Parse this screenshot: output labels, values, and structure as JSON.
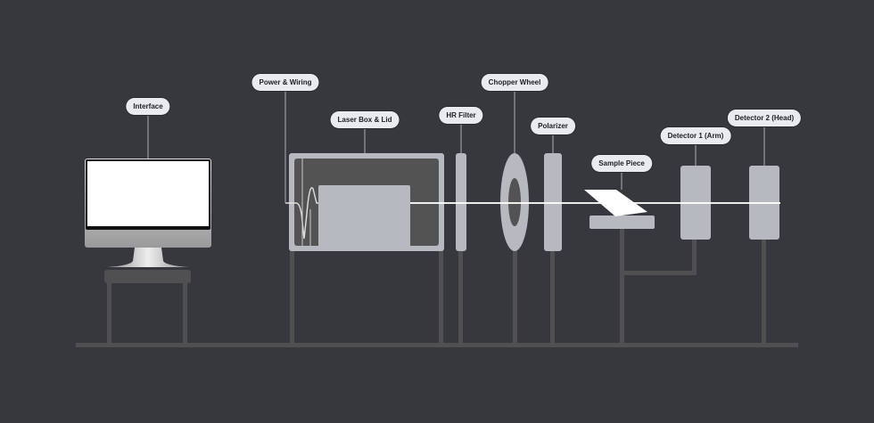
{
  "diagram": {
    "type": "optical-experiment-setup",
    "colors": {
      "background": "#37383d",
      "stand": "#505052",
      "component": "#b7b9c1",
      "box_inner": "#535353",
      "label_bg": "#e9ebee",
      "beam": "#ffffff"
    },
    "labels": [
      {
        "id": "interface",
        "text": "Interface"
      },
      {
        "id": "power",
        "text": "Power & Wiring"
      },
      {
        "id": "laser",
        "text": "Laser Box & Lid"
      },
      {
        "id": "hr",
        "text": "HR Filter"
      },
      {
        "id": "chopper",
        "text": "Chopper Wheel"
      },
      {
        "id": "polarizer",
        "text": "Polarizer"
      },
      {
        "id": "sample",
        "text": "Sample Piece"
      },
      {
        "id": "det1",
        "text": "Detector 1 (Arm)"
      },
      {
        "id": "det2",
        "text": "Detector 2 (Head)"
      }
    ]
  }
}
